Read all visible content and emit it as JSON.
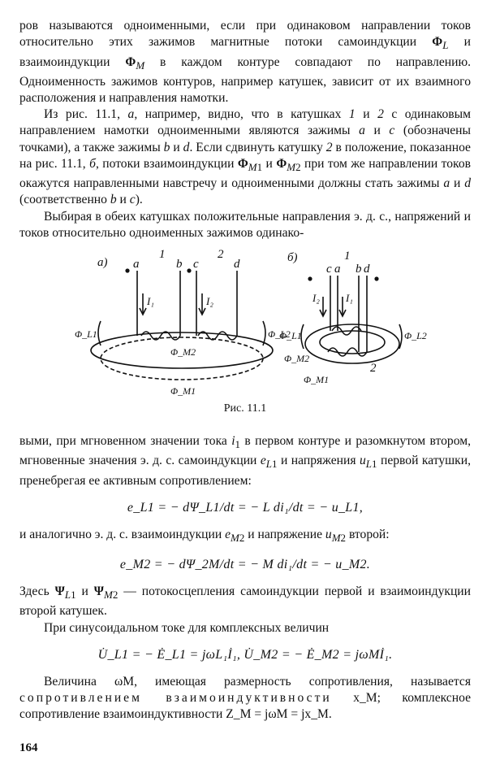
{
  "paragraphs": {
    "p1": "ров называются одноименными, если при одинаковом направлении токов относительно этих зажимов магнитные потоки самоиндукции Φ_L и взаимоиндукции Φ_M в каждом контуре совпадают по направлению. Одноименность зажимов контуров, например катушек, зависит от их взаимного расположения и направления намотки.",
    "p2": "Из рис. 11.1, а, например, видно, что в катушках 1 и 2 с одинаковым направлением намотки одноименными являются зажимы a и c (обозначены точками), а также зажимы b и d. Если сдвинуть катушку 2 в положение, показанное на рис. 11.1, б, потоки взаимоиндукции Φ_M1 и Φ_M2 при том же направлении токов окажутся направленными навстречу и одноименными должны стать зажимы a и d (соответственно b и c).",
    "p3": "Выбирая в обеих катушках положительные направления э. д. с., напряжений и токов относительно одноименных зажимов одинако-",
    "p4": "выми, при мгновенном значении тока i₁ в первом контуре и разомкнутом втором, мгновенные значения э. д. с. самоиндукции e_L1 и напряжения u_L1 первой катушки, пренебрегая ее активным сопротивлением:",
    "p5": "и аналогично э. д. с. взаимоиндукции e_M2 и напряжение u_M2 второй:",
    "p6": "Здесь Ψ_L1 и Ψ_M2 — потокосцепления самоиндукции первой и взаимоиндукции второй катушек.",
    "p7": "При синусоидальном токе для комплексных величин",
    "p8a": "Величина ωM, имеющая размерность сопротивления, называется",
    "p8b": "сопротивлением взаимоиндуктивности",
    "p8c": "x_M; комплексное сопротивление взаимоиндуктивности Z_M = jωM = jx_M."
  },
  "formulas": {
    "f1": "e_L1 = − dΨ_L1/dt = − L di₁/dt = − u_L1,",
    "f2": "e_M2 = − dΨ_2M/dt = − M di₁/dt = − u_M2.",
    "f3": "U̇_L1 = − Ė_L1 = jωL₁İ₁,   U̇_M2 = − Ė_M2 = jωMİ₁."
  },
  "figure": {
    "caption": "Рис. 11.1",
    "panel_a": {
      "label": "а)",
      "coil_1": "1",
      "coil_2": "2",
      "terminals": [
        "a",
        "b",
        "c",
        "d"
      ],
      "currents": [
        "I₁",
        "I₂"
      ],
      "fluxes": [
        "Φ_L1",
        "Φ_L2",
        "Φ_M2",
        "Φ_M1"
      ]
    },
    "panel_b": {
      "label": "б)",
      "coil_1": "1",
      "coil_2": "2",
      "terminals": [
        "c",
        "a",
        "b",
        "d"
      ],
      "currents": [
        "I₂",
        "I₁"
      ],
      "fluxes": [
        "Φ_L1",
        "Φ_L2",
        "Φ_M2",
        "Φ_M1"
      ]
    }
  },
  "page_number": "164"
}
